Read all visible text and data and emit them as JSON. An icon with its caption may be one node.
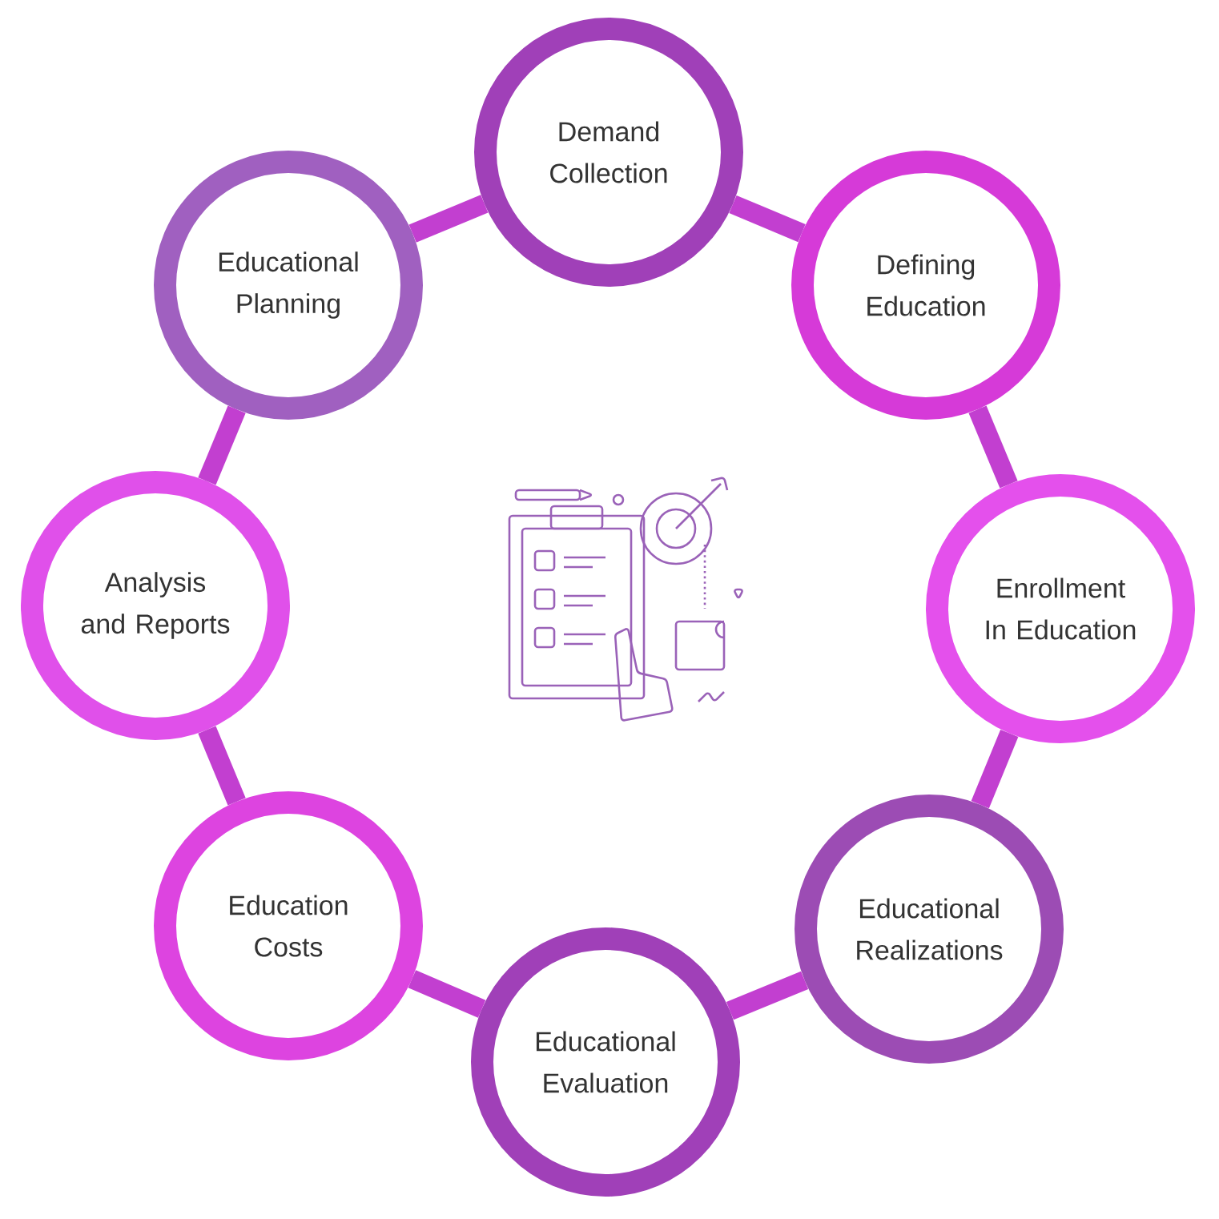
{
  "diagram": {
    "nodes": [
      {
        "text": [
          "Demand Collection"
        ]
      },
      {
        "text": [
          "Defining Education"
        ]
      },
      {
        "text": [
          "Enrollment In Education"
        ]
      },
      {
        "text": [
          "Educational Realizations"
        ]
      },
      {
        "text": [
          "Educational Evaluation"
        ]
      },
      {
        "text": [
          "Education Costs"
        ]
      },
      {
        "text": [
          "Analysis and Reports"
        ]
      },
      {
        "text": [
          "Educational Planning"
        ]
      }
    ],
    "edges": [
      {
        "from": 0,
        "to": 1,
        "arrow": "none"
      },
      {
        "from": 1,
        "to": 2,
        "arrow": "none"
      },
      {
        "from": 2,
        "to": 3,
        "arrow": "none"
      },
      {
        "from": 3,
        "to": 4,
        "arrow": "none"
      },
      {
        "from": 4,
        "to": 5,
        "arrow": "none"
      },
      {
        "from": 5,
        "to": 6,
        "arrow": "none"
      },
      {
        "from": 6,
        "to": 7,
        "arrow": "none"
      },
      {
        "from": 7,
        "to": 0,
        "arrow": "none"
      }
    ]
  }
}
